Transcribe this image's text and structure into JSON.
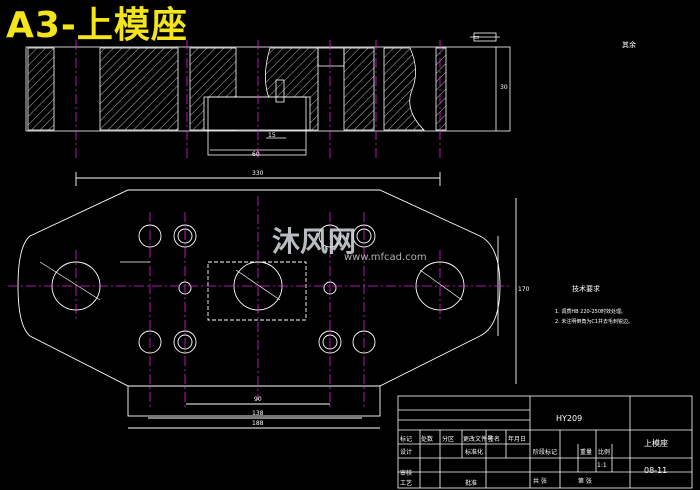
{
  "title": "A3-上模座",
  "watermark": {
    "brand": "沐风网",
    "url": "www.mfcad.com"
  },
  "corner_note": "其余",
  "tech_requirements": {
    "heading": "技术要求",
    "notes": [
      "1. 调质HB 220-250时效处理。",
      "2. 未注明倒角为C1并去毛刺锐边。"
    ]
  },
  "dimensions": {
    "overall_width": "330",
    "bottom_width": "188",
    "bottom_inner": "138",
    "bottom_inner2": "90",
    "side_height": "170",
    "inner_height": "30",
    "top_depth": "60",
    "top_small": "15"
  },
  "title_block": {
    "drawing_code": "HY209",
    "part_name": "上模座",
    "scale": "1:1",
    "material": "08-11",
    "headers": [
      "标记",
      "处数",
      "分区",
      "更改文件号",
      "签名",
      "年月日"
    ],
    "roles": [
      "设计",
      "标准化",
      "审核",
      "工艺",
      "批准"
    ],
    "columns": [
      "阶段标记",
      "重量",
      "比例"
    ],
    "sheet": [
      "共 张",
      "第 张"
    ]
  },
  "colors": {
    "background": "#000000",
    "outline": "#ffffff",
    "center_line": "#e020e0",
    "title": "#f4e41a",
    "hatch": "#ffffff"
  }
}
